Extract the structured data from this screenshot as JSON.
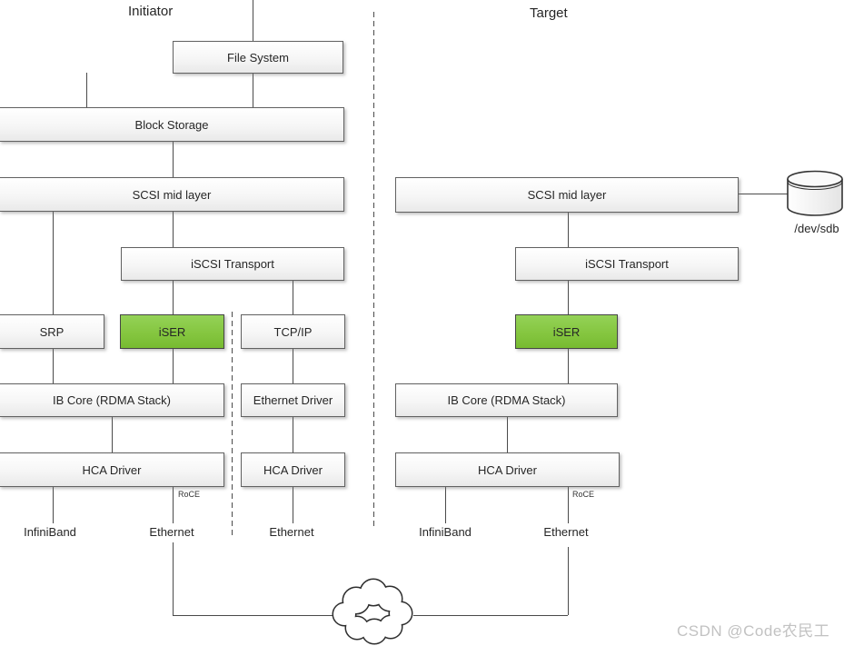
{
  "titles": {
    "initiator": "Initiator",
    "target": "Target"
  },
  "boxes": {
    "file_system": "File System",
    "block_storage": "Block Storage",
    "scsi_mid_initiator": "SCSI mid layer",
    "iscsi_transport_initiator": "iSCSI Transport",
    "srp": "SRP",
    "iser_initiator": "iSER",
    "tcpip": "TCP/IP",
    "ib_core_initiator": "IB Core (RDMA Stack)",
    "ethernet_driver": "Ethernet Driver",
    "hca_driver_initiator_ib": "HCA Driver",
    "hca_driver_initiator_eth": "HCA Driver",
    "scsi_mid_target": "SCSI mid layer",
    "iscsi_transport_target": "iSCSI Transport",
    "iser_target": "iSER",
    "ib_core_target": "IB Core (RDMA Stack)",
    "hca_driver_target": "HCA Driver"
  },
  "port_labels": {
    "roce_initiator": "RoCE",
    "roce_target": "RoCE",
    "infiniband_initiator": "InfiniBand",
    "ethernet_initiator": "Ethernet",
    "ethernet_tcp": "Ethernet",
    "infiniband_target": "InfiniBand",
    "ethernet_target": "Ethernet"
  },
  "storage": {
    "device_label": "/dev/sdb"
  },
  "icons": {
    "disk": "disk-cylinder-icon",
    "cloud": "network-cloud-icon"
  },
  "colors": {
    "iser_green_top": "#94d257",
    "iser_green_bottom": "#77bb31",
    "box_border": "#616161",
    "connector": "#4a4a4a",
    "watermark": "#c2c2c2"
  },
  "watermark": {
    "text": "CSDN @Code农民工"
  }
}
